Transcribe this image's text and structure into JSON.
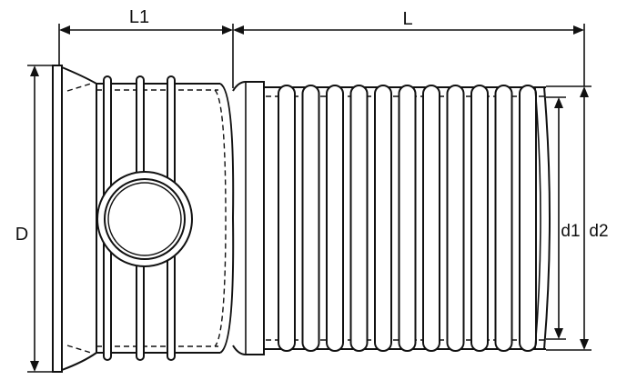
{
  "dimensions": {
    "L1": "L1",
    "L": "L",
    "D": "D",
    "d1": "d1",
    "d2": "d2"
  },
  "rib_count": 11,
  "colors": {
    "line": "#111111",
    "background": "#ffffff"
  }
}
